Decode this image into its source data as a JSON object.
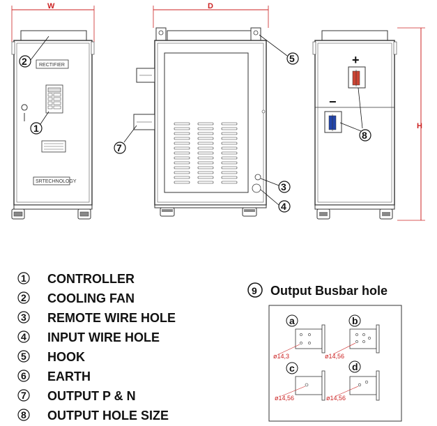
{
  "dimensions": {
    "width_label": "W",
    "depth_label": "D",
    "height_label": "H"
  },
  "front_panel": {
    "brand_plate": "RECTIFIER",
    "maker_plate": "SRTECHNOLOGY"
  },
  "legend": [
    {
      "num": "1",
      "label": "CONTROLLER"
    },
    {
      "num": "2",
      "label": "COOLING FAN"
    },
    {
      "num": "3",
      "label": "REMOTE WIRE HOLE"
    },
    {
      "num": "4",
      "label": "INPUT WIRE HOLE"
    },
    {
      "num": "5",
      "label": "HOOK"
    },
    {
      "num": "6",
      "label": "EARTH"
    },
    {
      "num": "7",
      "label": "OUTPUT  P & N"
    },
    {
      "num": "8",
      "label": "OUTPUT HOLE SIZE"
    }
  ],
  "busbar": {
    "num": "9",
    "title": "Output  Busbar hole",
    "variants": [
      {
        "letter": "a",
        "size": "ø14,3"
      },
      {
        "letter": "b",
        "size": "ø14,56"
      },
      {
        "letter": "c",
        "size": "ø14,56"
      },
      {
        "letter": "d",
        "size": "ø14,56"
      }
    ]
  },
  "terminals": {
    "positive": "+",
    "negative": "−"
  }
}
